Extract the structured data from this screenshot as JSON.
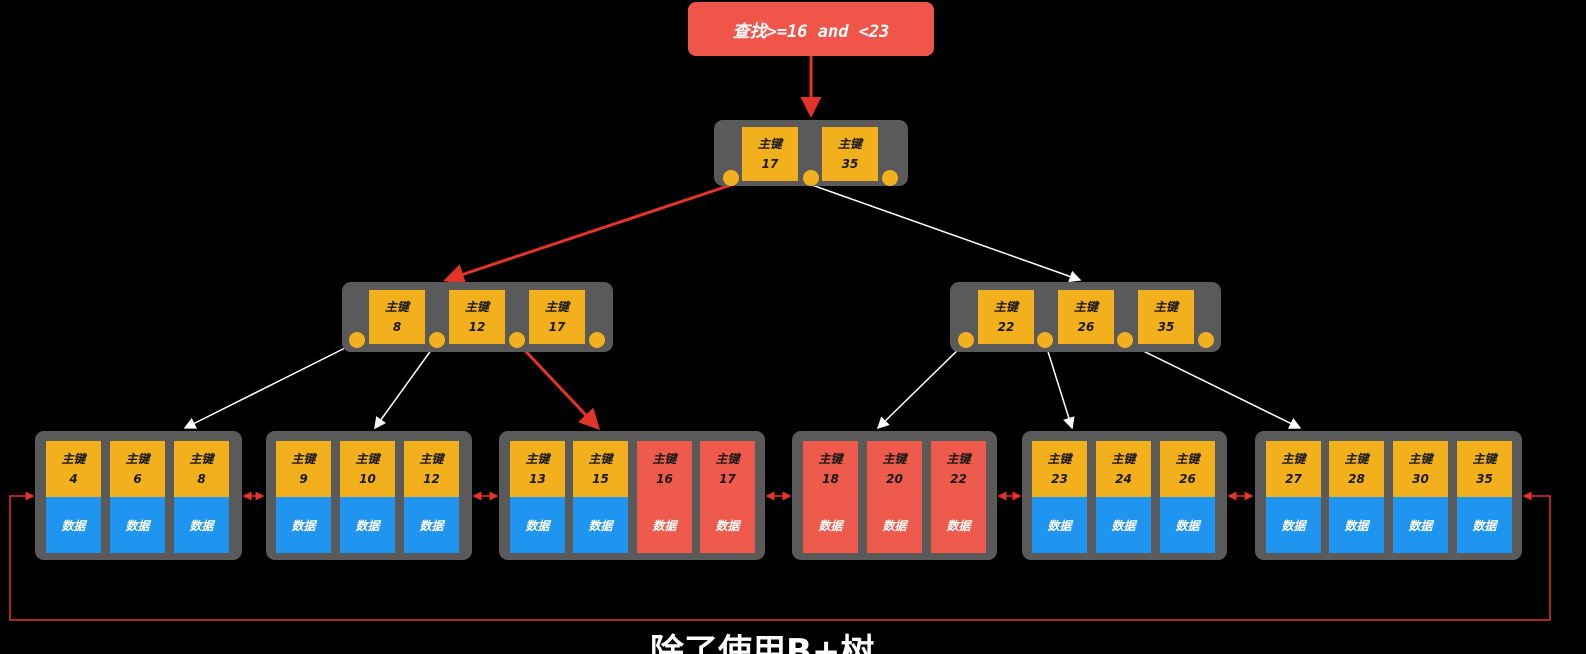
{
  "query": "查找>=16 and <23",
  "caption": "除了使用B+树",
  "key_label": "主键",
  "data_label": "数据",
  "colors": {
    "key": "#f2b11c",
    "data": "#1f95f0",
    "highlight": "#ee5a4c",
    "node": "#5a5a5a"
  },
  "root": {
    "keys": [
      "17",
      "35"
    ]
  },
  "internal": [
    {
      "keys": [
        "8",
        "12",
        "17"
      ]
    },
    {
      "keys": [
        "22",
        "26",
        "35"
      ]
    }
  ],
  "leaves": [
    {
      "keys": [
        "4",
        "6",
        "8"
      ],
      "hit": [
        false,
        false,
        false
      ]
    },
    {
      "keys": [
        "9",
        "10",
        "12"
      ],
      "hit": [
        false,
        false,
        false
      ]
    },
    {
      "keys": [
        "13",
        "15",
        "16",
        "17"
      ],
      "hit": [
        false,
        false,
        true,
        true
      ]
    },
    {
      "keys": [
        "18",
        "20",
        "22"
      ],
      "hit": [
        true,
        true,
        true
      ]
    },
    {
      "keys": [
        "23",
        "24",
        "26"
      ],
      "hit": [
        false,
        false,
        false
      ]
    },
    {
      "keys": [
        "27",
        "28",
        "30",
        "35"
      ],
      "hit": [
        false,
        false,
        false,
        false
      ]
    }
  ]
}
